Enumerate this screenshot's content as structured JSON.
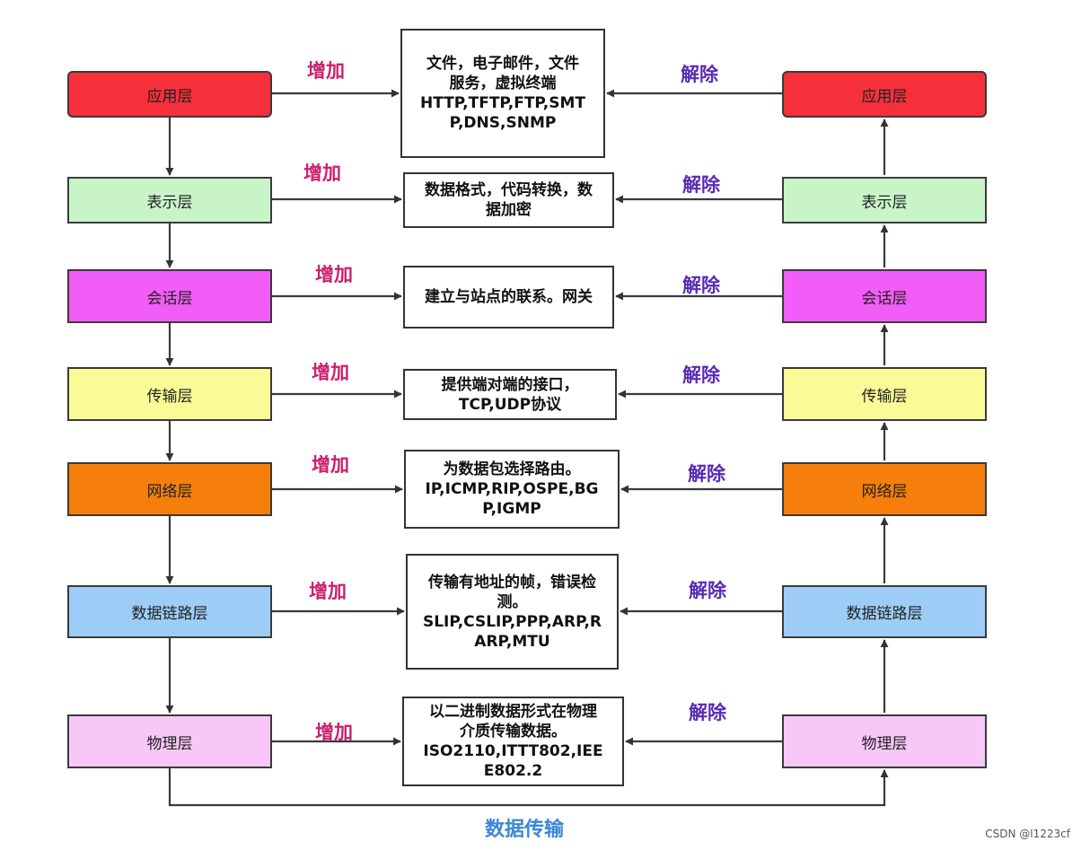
{
  "colors": {
    "app": "#f5303a",
    "presentation": "#c8f4c8",
    "session": "#f25cf7",
    "transport": "#fafa96",
    "network": "#f57f0a",
    "datalink": "#9dcdf7",
    "physical": "#f7c7f7",
    "add_text": "#cc1f6e",
    "remove_text": "#5a2ab5",
    "bottom_text": "#3b87d4"
  },
  "layers": [
    {
      "key": "app",
      "label": "应用层"
    },
    {
      "key": "presentation",
      "label": "表示层"
    },
    {
      "key": "session",
      "label": "会话层"
    },
    {
      "key": "transport",
      "label": "传输层"
    },
    {
      "key": "network",
      "label": "网络层"
    },
    {
      "key": "datalink",
      "label": "数据链路层"
    },
    {
      "key": "physical",
      "label": "物理层"
    }
  ],
  "descriptions": [
    "文件，电子邮件，文件\n服务，虚拟终端\nHTTP,TFTP,FTP,SMT\nP,DNS,SNMP",
    "数据格式，代码转换，数\n据加密",
    "建立与站点的联系。网关",
    "提供端对端的接口，\nTCP,UDP协议",
    "为数据包选择路由。\nIP,ICMP,RIP,OSPE,BG\nP,IGMP",
    "传输有地址的帧，错误检\n测。\nSLIP,CSLIP,PPP,ARP,R\nARP,MTU",
    "以二进制数据形式在物理\n介质传输数据。\nISO2110,ITTT802,IEE\nE802.2"
  ],
  "add_label": "增加",
  "remove_label": "解除",
  "bottom_label": "数据传输",
  "watermark": "CSDN @l1223cf"
}
